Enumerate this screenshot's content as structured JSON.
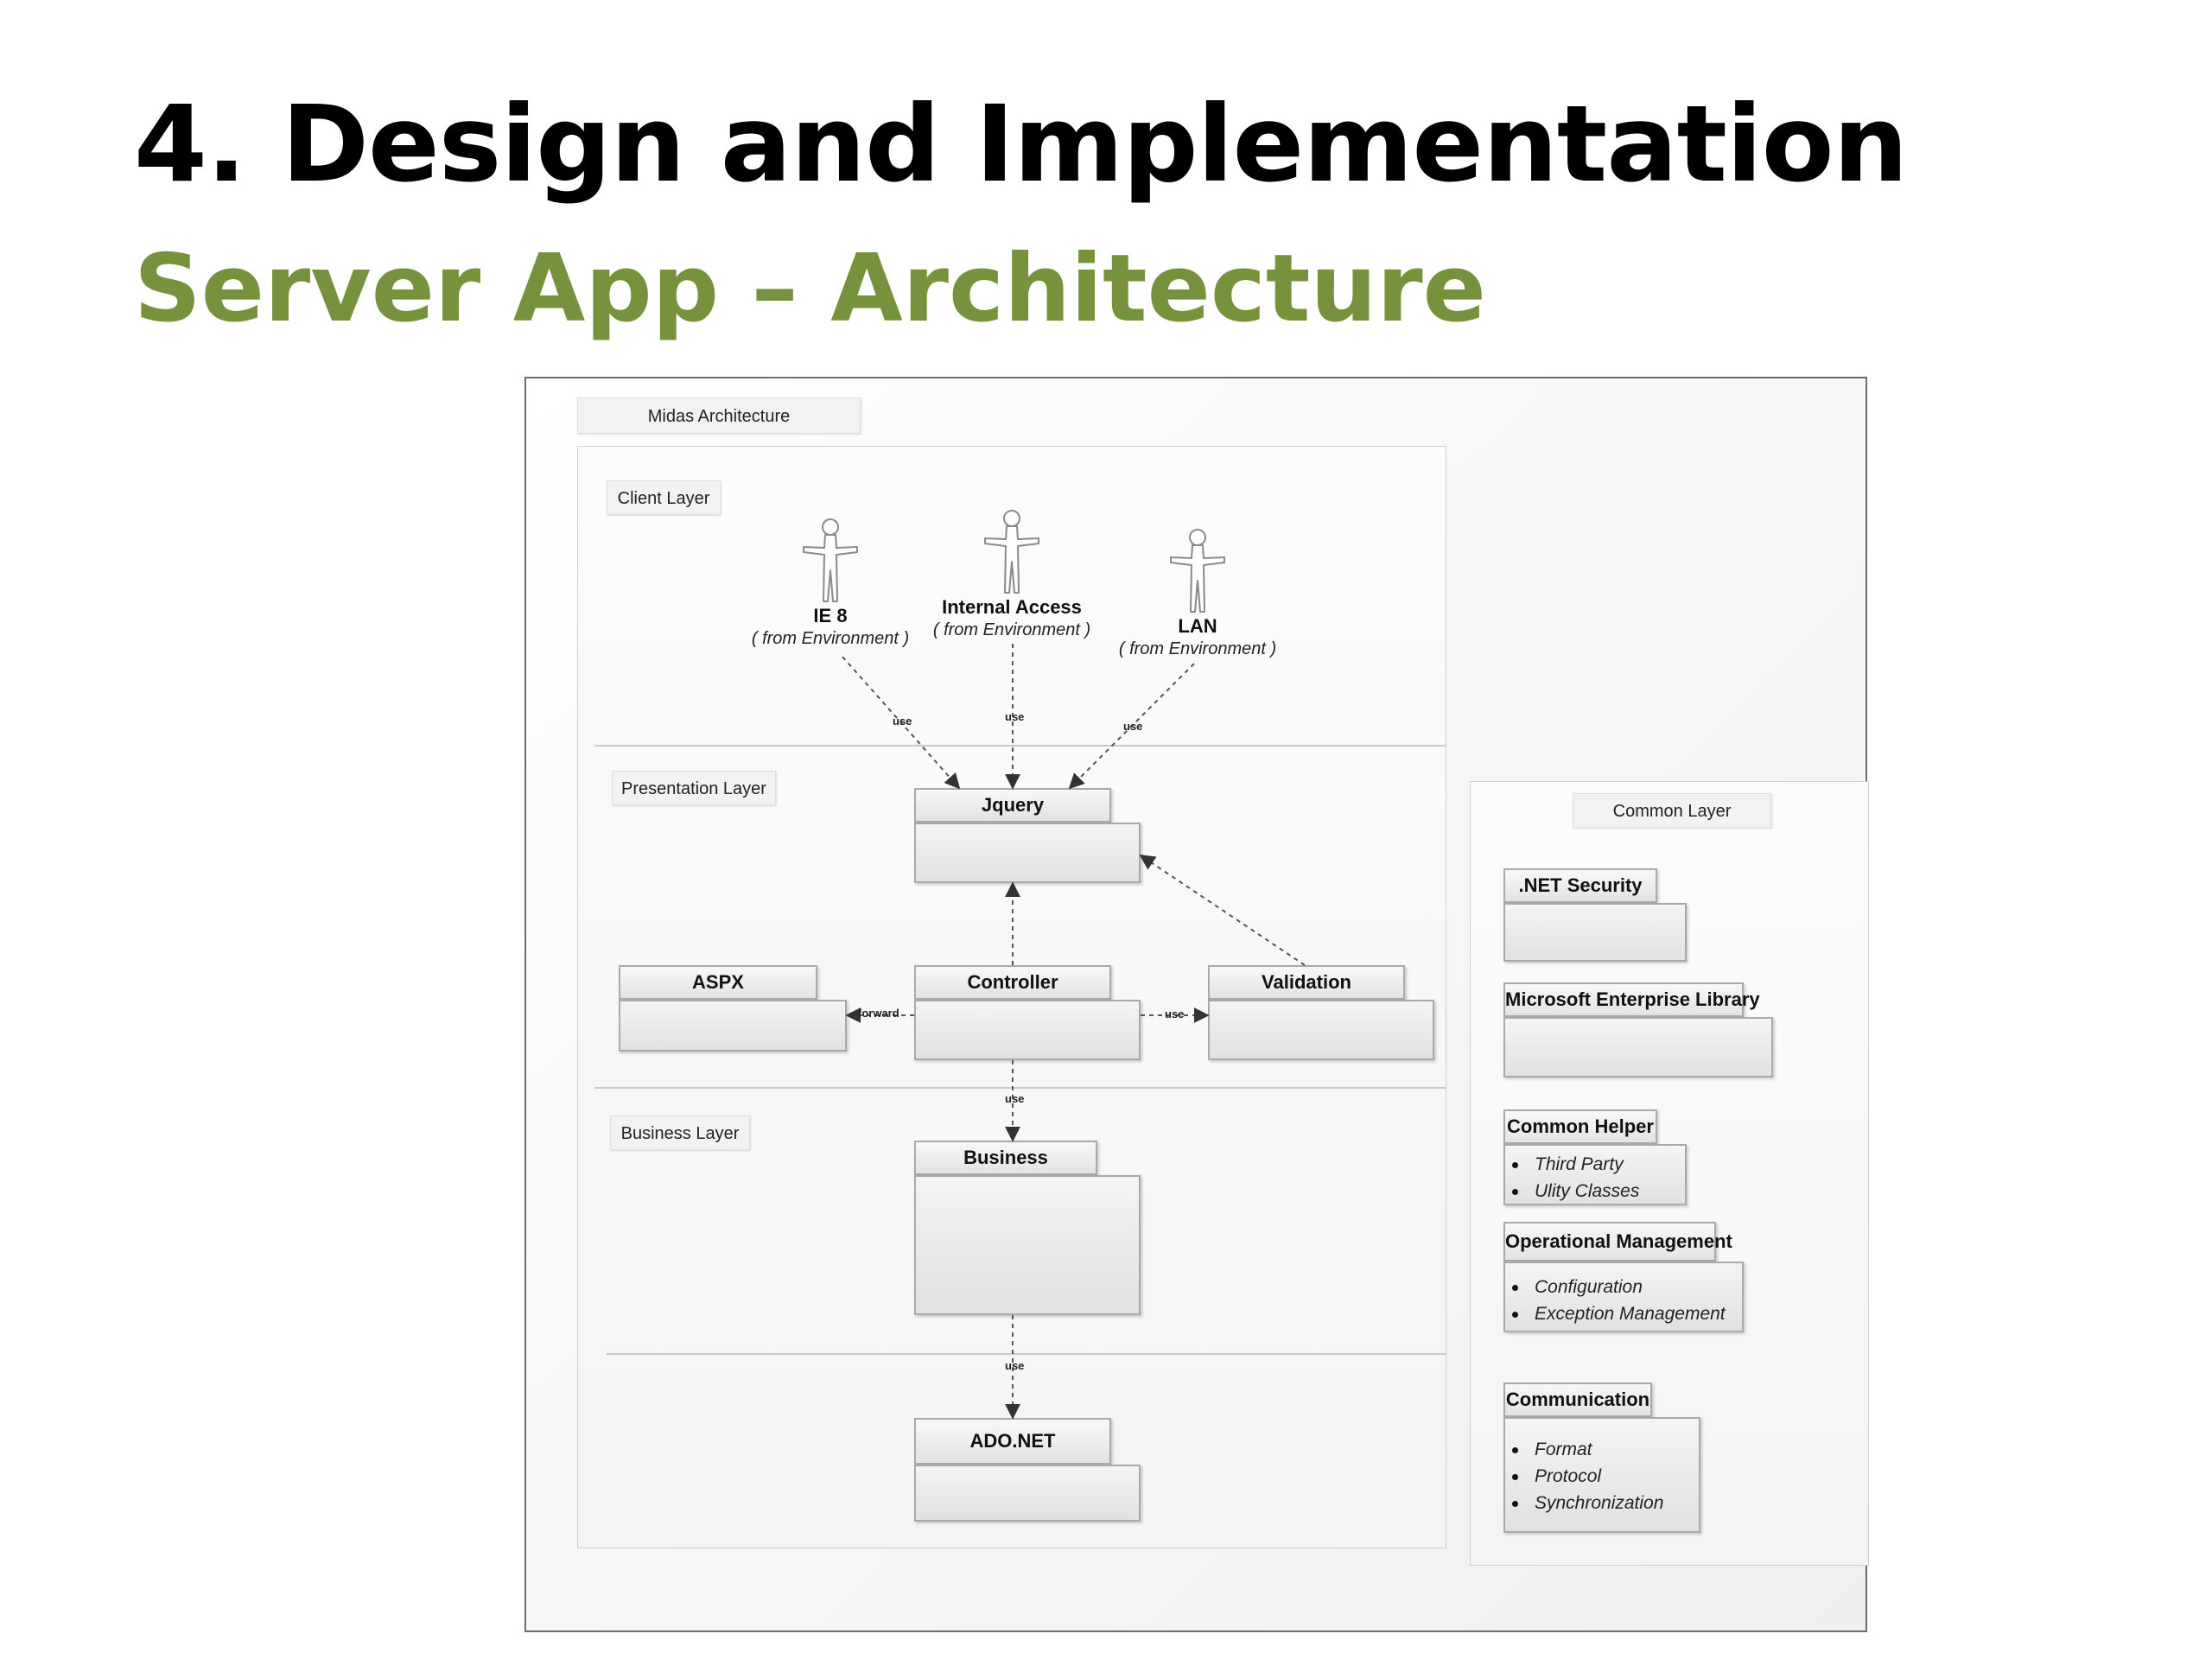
{
  "slide": {
    "title": "4. Design and Implementation",
    "subtitle": "Server App – Architecture"
  },
  "diagram": {
    "frame_title": "Midas Architecture",
    "layers": {
      "client": "Client Layer",
      "presentation": "Presentation Layer",
      "business": "Business Layer",
      "common": "Common Layer"
    },
    "actors": [
      {
        "name": "IE 8",
        "stereotype": "( from Environment )"
      },
      {
        "name": "Internal Access",
        "stereotype": "( from Environment )"
      },
      {
        "name": "LAN",
        "stereotype": "( from Environment )"
      }
    ],
    "components": {
      "jquery": "Jquery",
      "aspx": "ASPX",
      "controller": "Controller",
      "validation": "Validation",
      "business": "Business",
      "adonet": "ADO.NET"
    },
    "common_packages": {
      "net_security": ".NET Security",
      "enterprise_library": "Microsoft Enterprise Library",
      "common_helper": {
        "title": "Common Helper",
        "items": [
          "Third Party",
          "Ulity Classes"
        ]
      },
      "operational_management": {
        "title": "Operational Management",
        "items": [
          "Configuration",
          "Exception Management"
        ]
      },
      "communication": {
        "title": "Communication",
        "items": [
          "Format",
          "Protocol",
          "Synchronization"
        ]
      }
    },
    "edge_labels": {
      "use": "use",
      "forward": "forward"
    }
  }
}
